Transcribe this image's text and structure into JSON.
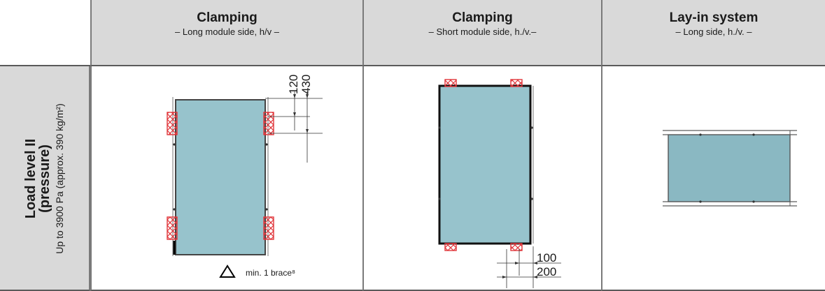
{
  "columns": [
    {
      "title": "Clamping",
      "subtitle": "– Long module side, h/v –"
    },
    {
      "title": "Clamping",
      "subtitle": "– Short module side, h./v.–"
    },
    {
      "title": "Lay-in system",
      "subtitle": "– Long side, h./v. –"
    }
  ],
  "row": {
    "title": "Load level II",
    "subtitle": "(pressure)",
    "note": "Up to 3900 Pa (approx. 390 kg/m²)"
  },
  "diagram1": {
    "dim_a": "120",
    "dim_b": "430",
    "brace_note": "min. 1 brace⁸"
  },
  "diagram2": {
    "dim_a": "100",
    "dim_b": "200"
  },
  "colors": {
    "module": "#97c3cc",
    "clamp": "#e0353a",
    "header_bg": "#d9d9d9"
  }
}
